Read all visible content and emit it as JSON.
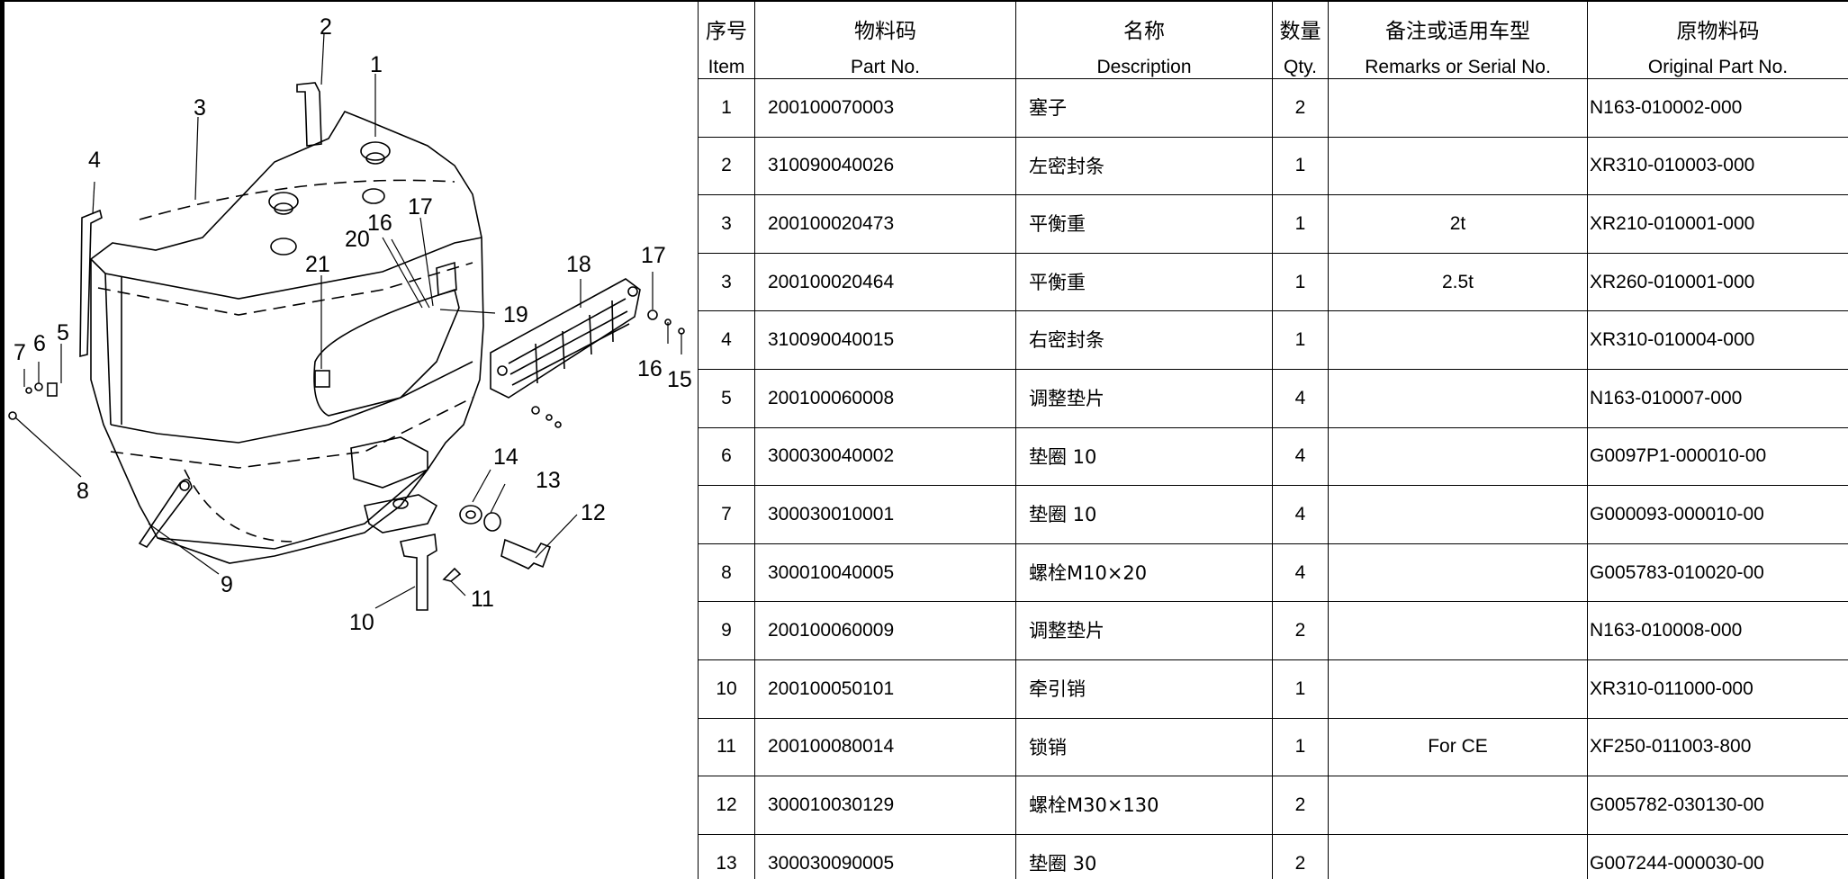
{
  "diagram": {
    "callouts": [
      "1",
      "2",
      "3",
      "4",
      "5",
      "6",
      "7",
      "8",
      "9",
      "10",
      "11",
      "12",
      "13",
      "14",
      "15",
      "16",
      "16",
      "17",
      "17",
      "18",
      "19",
      "20",
      "21"
    ]
  },
  "table": {
    "headers": [
      {
        "cn": "序号",
        "en": "Item"
      },
      {
        "cn": "物料码",
        "en": "Part No."
      },
      {
        "cn": "名称",
        "en": "Description"
      },
      {
        "cn": "数量",
        "en": "Qty."
      },
      {
        "cn": "备注或适用车型",
        "en": "Remarks or Serial No."
      },
      {
        "cn": "原物料码",
        "en": "Original Part No."
      }
    ],
    "rows": [
      {
        "item": "1",
        "part_no": "200100070003",
        "desc": "塞子",
        "qty": "2",
        "remarks": "",
        "orig": "N163-010002-000"
      },
      {
        "item": "2",
        "part_no": "310090040026",
        "desc": "左密封条",
        "qty": "1",
        "remarks": "",
        "orig": "XR310-010003-000"
      },
      {
        "item": "3",
        "part_no": "200100020473",
        "desc": "平衡重",
        "qty": "1",
        "remarks": "2t",
        "orig": "XR210-010001-000"
      },
      {
        "item": "3",
        "part_no": "200100020464",
        "desc": "平衡重",
        "qty": "1",
        "remarks": "2.5t",
        "orig": "XR260-010001-000"
      },
      {
        "item": "4",
        "part_no": "310090040015",
        "desc": "右密封条",
        "qty": "1",
        "remarks": "",
        "orig": "XR310-010004-000"
      },
      {
        "item": "5",
        "part_no": "200100060008",
        "desc": "调整垫片",
        "qty": "4",
        "remarks": "",
        "orig": "N163-010007-000"
      },
      {
        "item": "6",
        "part_no": "300030040002",
        "desc": "垫圈 10",
        "qty": "4",
        "remarks": "",
        "orig": "G0097P1-000010-00"
      },
      {
        "item": "7",
        "part_no": "300030010001",
        "desc": "垫圈 10",
        "qty": "4",
        "remarks": "",
        "orig": "G000093-000010-00"
      },
      {
        "item": "8",
        "part_no": "300010040005",
        "desc": "螺栓M10×20",
        "qty": "4",
        "remarks": "",
        "orig": "G005783-010020-00"
      },
      {
        "item": "9",
        "part_no": "200100060009",
        "desc": "调整垫片",
        "qty": "2",
        "remarks": "",
        "orig": "N163-010008-000"
      },
      {
        "item": "10",
        "part_no": "200100050101",
        "desc": "牵引销",
        "qty": "1",
        "remarks": "",
        "orig": "XR310-011000-000"
      },
      {
        "item": "11",
        "part_no": "200100080014",
        "desc": "锁销",
        "qty": "1",
        "remarks": "For CE",
        "orig": "XF250-011003-800"
      },
      {
        "item": "12",
        "part_no": "300010030129",
        "desc": "螺栓M30×130",
        "qty": "2",
        "remarks": "",
        "orig": "G005782-030130-00"
      },
      {
        "item": "13",
        "part_no": "300030090005",
        "desc": "垫圈 30",
        "qty": "2",
        "remarks": "",
        "orig": "G007244-000030-00"
      }
    ]
  }
}
